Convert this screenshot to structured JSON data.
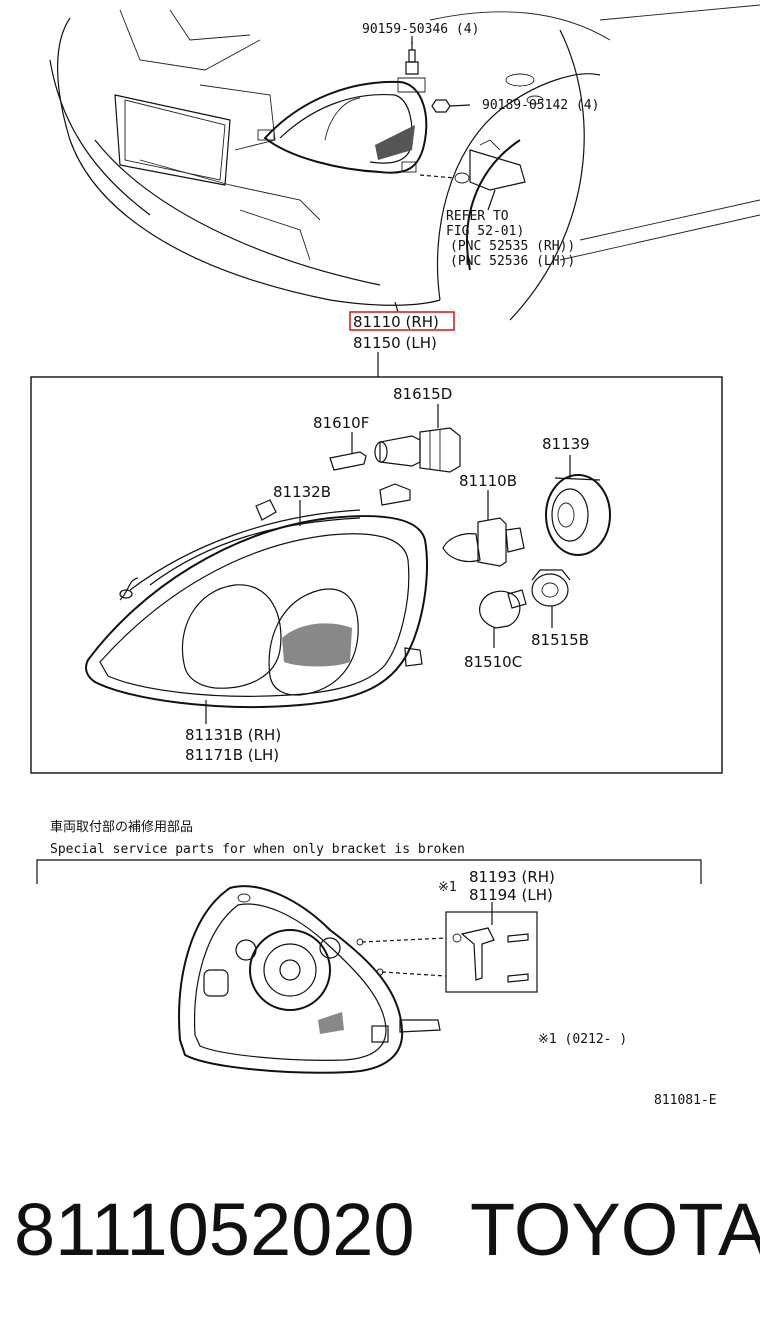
{
  "callouts": {
    "bolt": "90159-50346 (4)",
    "nut": "90189-05142 (4)",
    "refer_1": "REFER TO",
    "refer_2": "FIG 52-01)",
    "refer_3": "(PNC 52535 (RH))",
    "refer_4": "(PNC 52536 (LH))",
    "assy_rh": "81110 (RH)",
    "assy_lh": "81150 (LH)",
    "socket_d": "81615D",
    "bulb_f": "81610F",
    "cap": "81139",
    "housing_b": "81132B",
    "bulb_b": "81110B",
    "lens_rh": "81131B (RH)",
    "lens_lh": "81171B (LH)",
    "bulb_c": "81510C",
    "socket_b": "81515B",
    "note_jp": "車両取付部の補修用部品",
    "note_en": "Special service parts for when only bracket is broken",
    "mark": "※1",
    "bracket_rh": "81193 (RH)",
    "bracket_lh": "81194 (LH)",
    "mark_note": "※1 (0212-        )",
    "fig_code": "811081-E"
  },
  "highlight_color": "#e02020",
  "footer": {
    "part_number": "8111052020",
    "brand": "TOYOTA"
  }
}
